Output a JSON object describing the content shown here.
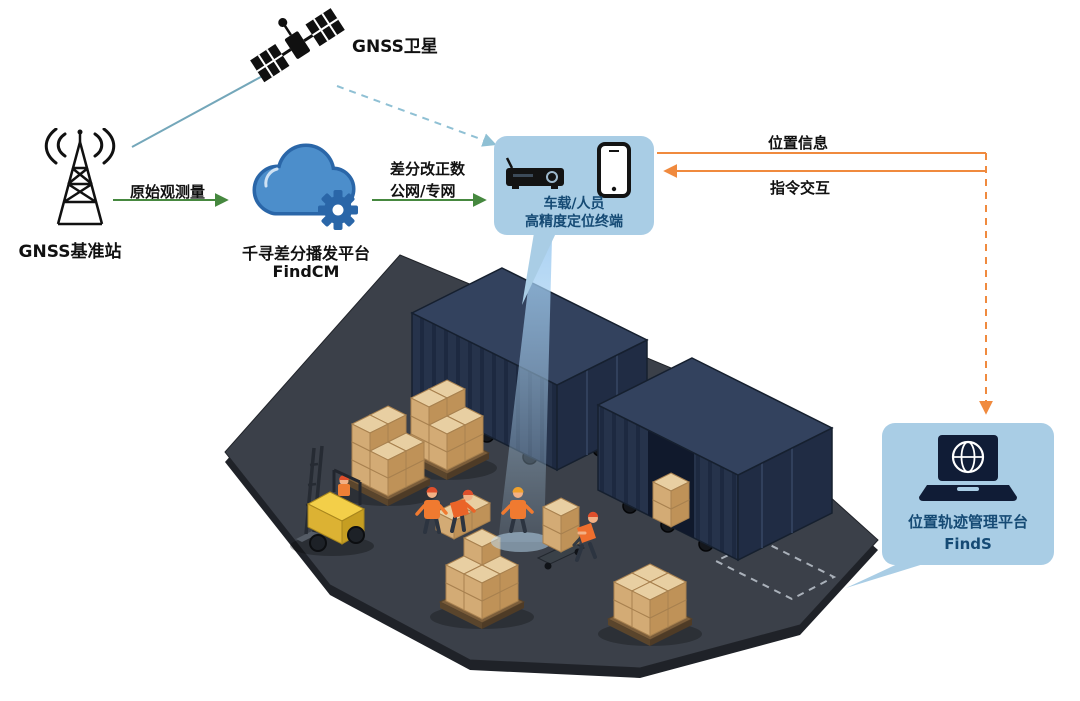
{
  "labels": {
    "satellite": "GNSS卫星",
    "base_station": "GNSS基准站",
    "raw_observation": "原始观测量",
    "cloud_title": "千寻差分播发平台",
    "cloud_subtitle": "FindCM",
    "corrections_line1": "差分改正数",
    "corrections_line2": "公网/专网",
    "terminal_line1": "车载/人员",
    "terminal_line2": "高精度定位终端",
    "position_info": "位置信息",
    "command_interaction": "指令交互",
    "platform_title": "位置轨迹管理平台",
    "platform_subtitle": "FindS"
  },
  "icons": {
    "satellite-icon": "gnss-satellite",
    "base-station-icon": "antenna-tower-with-signal-waves",
    "cloud-icon": "cloud",
    "gear-icon": "gear",
    "receiver-icon": "vehicle-positioning-receiver",
    "phone-icon": "smartphone",
    "laptop-globe-icon": "laptop-with-globe",
    "positioning-beam": "light-blue-locating-beam"
  },
  "colors": {
    "green_arrow": "#46883f",
    "orange_arrow": "#f08a3e",
    "teal_line": "#74a7ba",
    "teal_dashed": "#8fc0d4",
    "callout_fill": "#a9cde5",
    "callout_text": "#154a74",
    "cloud_blue": "#4c8ecb",
    "gear_blue": "#2a66a8",
    "ground_dark": "#3b4049",
    "container_navy": "#2c3a54",
    "crate_tan": "#d3ab75",
    "forklift_yellow": "#f3cf49",
    "vest_orange": "#f07a30"
  }
}
